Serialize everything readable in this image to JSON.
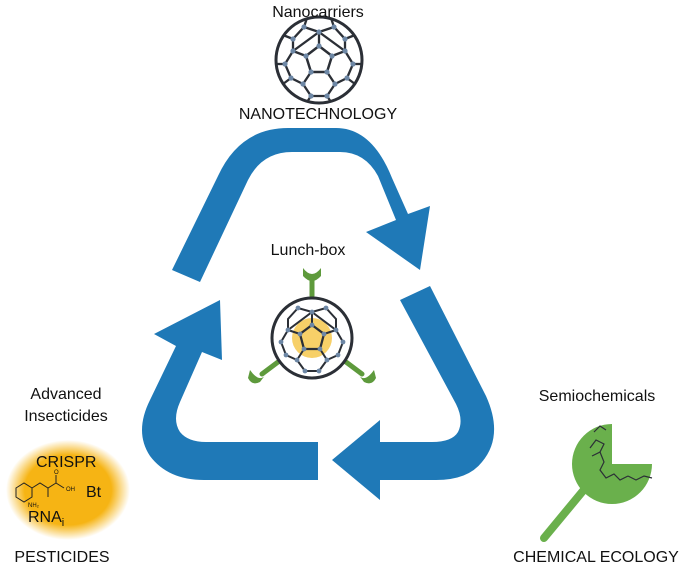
{
  "labels": {
    "nanocarriers": "Nanocarriers",
    "nanotechnology": "NANOTECHNOLOGY",
    "lunchbox": "Lunch-box",
    "advanced_line1": "Advanced",
    "advanced_line2": "Insecticides",
    "semiochemicals": "Semiochemicals",
    "pesticides": "PESTICIDES",
    "chemical_ecology": "CHEMICAL ECOLOGY"
  },
  "insecticides": {
    "crispr": "CRISPR",
    "bt": "Bt",
    "rna": "RNA",
    "rna_subscript": "i",
    "molecule_nh2": "NH₂",
    "molecule_oh": "OH",
    "molecule_o": "O"
  },
  "colors": {
    "arrow_blue": "#1f79b7",
    "ligand_green": "#5e9a3c",
    "pheromone_green": "#6ab04c",
    "glow_yellow": "#f6b414",
    "core_yellow": "#f7d068",
    "fullerene_node": "#6d87a5",
    "fullerene_edge": "#2b2f36"
  },
  "icons": [
    "fullerene-icon",
    "recycle-arrows-icon",
    "lunchbox-fullerene-icon",
    "molecule-icon",
    "pheromone-receptor-icon"
  ]
}
